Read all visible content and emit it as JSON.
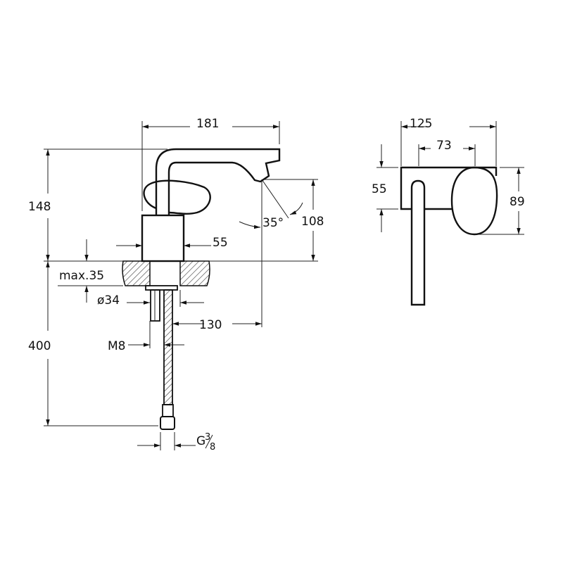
{
  "title": "Basin mixer technical drawing",
  "colors": {
    "line": "#111111",
    "background": "#ffffff"
  },
  "front_view": {
    "dim_width": "181",
    "dim_height_above": "148",
    "dim_spout_height": "108",
    "dim_angle": "35°",
    "dim_body": "55",
    "dim_counter": "max.35",
    "dim_hole": "ø34",
    "dim_projection": "130",
    "dim_height_below": "400",
    "dim_stud": "M8",
    "dim_connection_main": "G",
    "dim_connection_frac_num": "3",
    "dim_connection_frac_den": "8"
  },
  "side_view": {
    "dim_width": "125",
    "dim_inner": "73",
    "dim_plate": "55",
    "dim_handle": "89"
  }
}
